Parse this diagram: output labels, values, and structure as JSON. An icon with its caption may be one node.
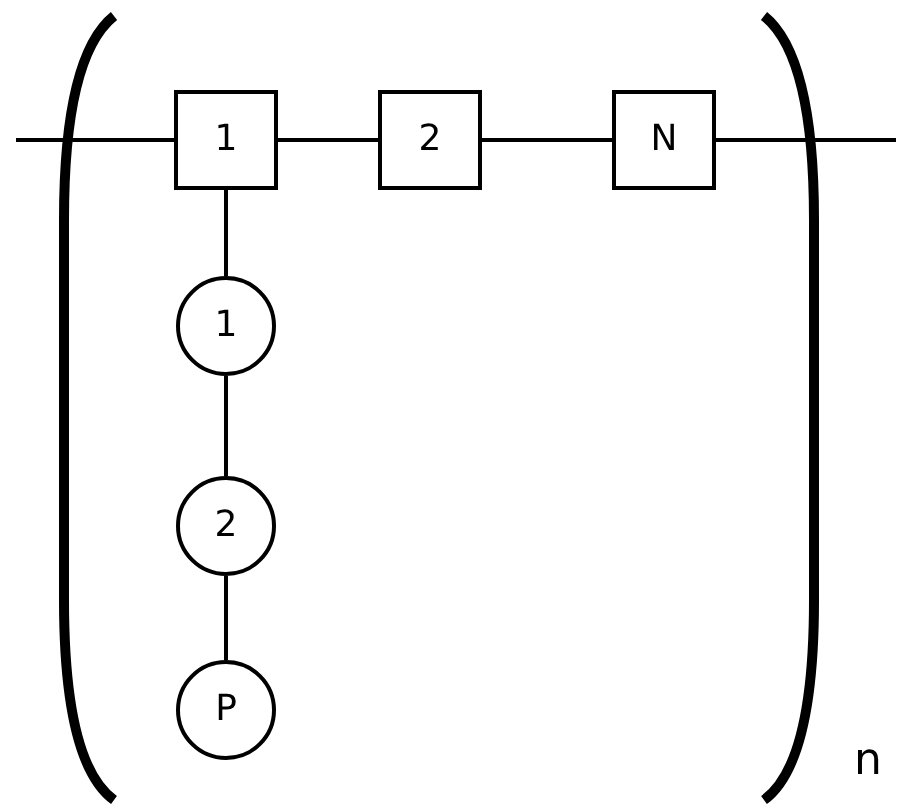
{
  "diagram": {
    "nodes": [
      {
        "text": [
          "1"
        ]
      },
      {
        "text": [
          "2"
        ]
      },
      {
        "text": [
          "N"
        ]
      },
      {
        "text": [
          "1"
        ]
      },
      {
        "text": [
          "2"
        ]
      },
      {
        "text": [
          "P"
        ]
      }
    ],
    "edges": [
      {
        "from": null,
        "to": 0,
        "arrow": "none"
      },
      {
        "from": 0,
        "to": 1,
        "arrow": "none"
      },
      {
        "from": 1,
        "to": 2,
        "arrow": "none"
      },
      {
        "from": 2,
        "to": null,
        "arrow": "none"
      },
      {
        "from": 0,
        "to": 3,
        "arrow": "none"
      },
      {
        "from": 3,
        "to": 4,
        "arrow": "none"
      },
      {
        "from": 4,
        "to": 5,
        "arrow": "none"
      }
    ],
    "labels": [
      "n"
    ]
  }
}
